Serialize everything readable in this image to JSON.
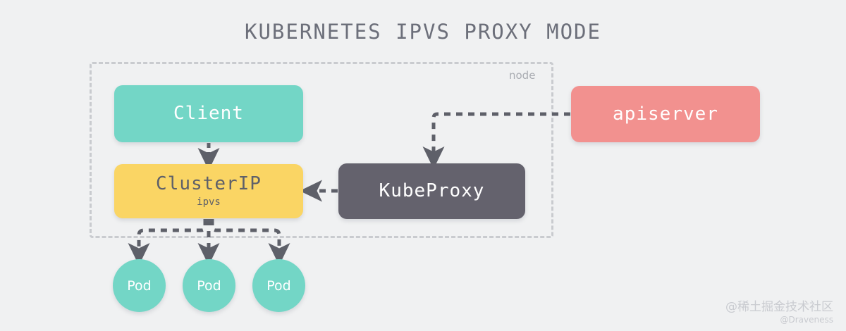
{
  "diagram": {
    "title": "KUBERNETES IPVS PROXY MODE",
    "colors": {
      "background": "#f0f1f2",
      "teal": "#73d6c6",
      "yellow": "#fad564",
      "slate": "#64626d",
      "salmon": "#f2918f",
      "dash_gray": "#c9cbcf",
      "arrow_gray": "#5e6069",
      "title_gray": "#6c6f7a"
    },
    "node_container": {
      "label": "node"
    },
    "nodes": [
      {
        "id": "client",
        "label": "Client",
        "sub_label": "",
        "shape": "rounded-rect",
        "color": "#73d6c6"
      },
      {
        "id": "clusterip",
        "label": "ClusterIP",
        "sub_label": "ipvs",
        "shape": "rounded-rect",
        "color": "#fad564"
      },
      {
        "id": "kubeproxy",
        "label": "KubeProxy",
        "sub_label": "",
        "shape": "rounded-rect",
        "color": "#64626d"
      },
      {
        "id": "apiserver",
        "label": "apiserver",
        "sub_label": "",
        "shape": "rounded-rect",
        "color": "#f2918f"
      }
    ],
    "pods": [
      {
        "id": "pod-1",
        "label": "Pod"
      },
      {
        "id": "pod-2",
        "label": "Pod"
      },
      {
        "id": "pod-3",
        "label": "Pod"
      }
    ],
    "edges": [
      {
        "id": "client-to-clusterip",
        "from": "client",
        "to": "clusterip",
        "style": "dashed",
        "label": ""
      },
      {
        "id": "kubeproxy-to-clusterip",
        "from": "kubeproxy",
        "to": "clusterip",
        "style": "dashed",
        "label": ""
      },
      {
        "id": "apiserver-to-kubeproxy",
        "from": "apiserver",
        "to": "kubeproxy",
        "style": "dashed",
        "label": ""
      },
      {
        "id": "clusterip-to-pod-1",
        "from": "clusterip",
        "to": "pod-1",
        "style": "dashed",
        "label": ""
      },
      {
        "id": "clusterip-to-pod-2",
        "from": "clusterip",
        "to": "pod-2",
        "style": "dashed",
        "label": ""
      },
      {
        "id": "clusterip-to-pod-3",
        "from": "clusterip",
        "to": "pod-3",
        "style": "dashed",
        "label": ""
      }
    ]
  },
  "watermark": {
    "main": "@稀土掘金技术社区",
    "sub": "@Draveness"
  }
}
